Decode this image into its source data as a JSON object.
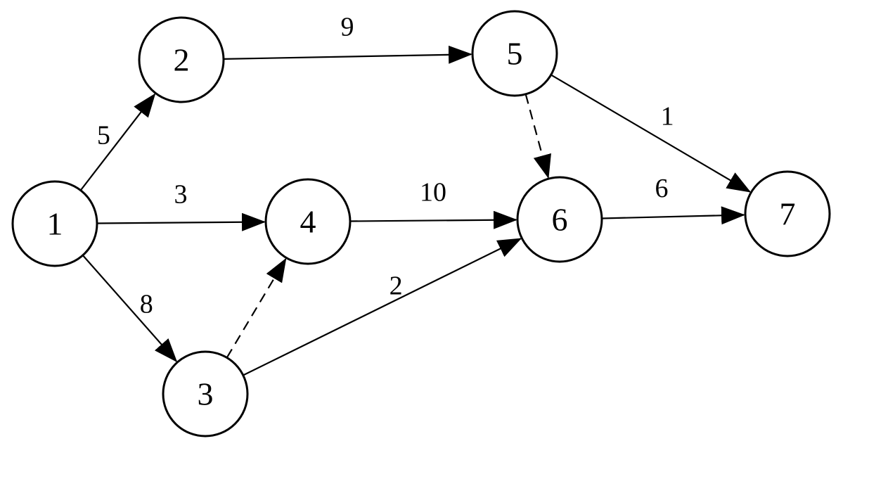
{
  "diagram": {
    "colors": {
      "ink": "#000000",
      "background": "#ffffff"
    },
    "nodes": [
      {
        "id": "1",
        "label": "1"
      },
      {
        "id": "2",
        "label": "2"
      },
      {
        "id": "3",
        "label": "3"
      },
      {
        "id": "4",
        "label": "4"
      },
      {
        "id": "5",
        "label": "5"
      },
      {
        "id": "6",
        "label": "6"
      },
      {
        "id": "7",
        "label": "7"
      }
    ],
    "edges": [
      {
        "from": "1",
        "to": "2",
        "weight": "5",
        "style": "solid"
      },
      {
        "from": "1",
        "to": "4",
        "weight": "3",
        "style": "solid"
      },
      {
        "from": "1",
        "to": "3",
        "weight": "8",
        "style": "solid"
      },
      {
        "from": "2",
        "to": "5",
        "weight": "9",
        "style": "solid"
      },
      {
        "from": "4",
        "to": "6",
        "weight": "10",
        "style": "solid"
      },
      {
        "from": "3",
        "to": "6",
        "weight": "2",
        "style": "solid"
      },
      {
        "from": "3",
        "to": "4",
        "weight": "",
        "style": "dashed"
      },
      {
        "from": "5",
        "to": "6",
        "weight": "",
        "style": "dashed"
      },
      {
        "from": "5",
        "to": "7",
        "weight": "1",
        "style": "solid"
      },
      {
        "from": "6",
        "to": "7",
        "weight": "6",
        "style": "solid"
      }
    ]
  }
}
